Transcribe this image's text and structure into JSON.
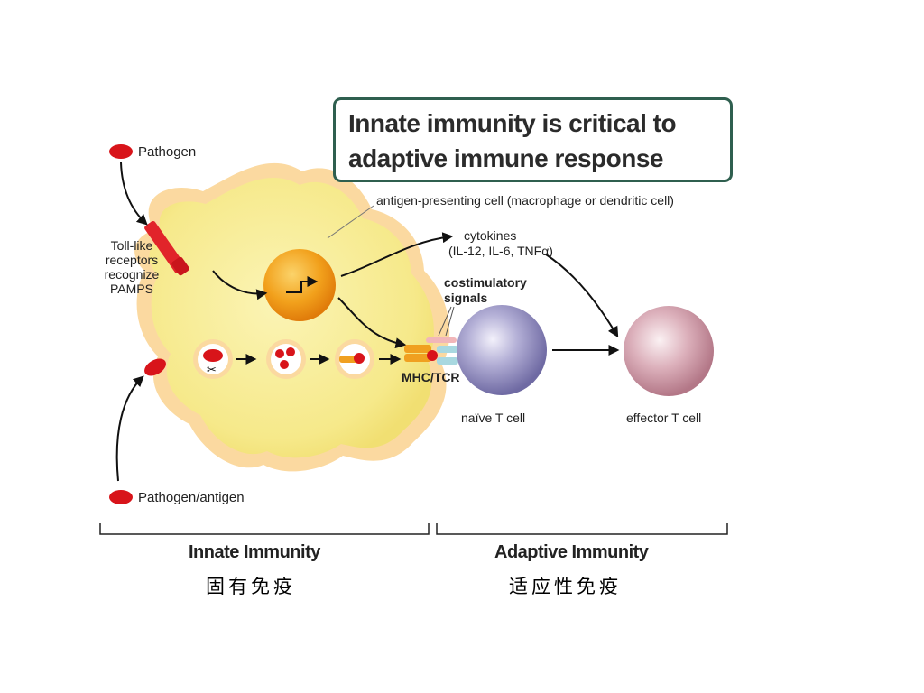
{
  "title": {
    "line1": "Innate immunity is critical to",
    "line2": "adaptive immune response"
  },
  "labels": {
    "pathogen": "Pathogen",
    "toll_like_1": "Toll-like",
    "toll_like_2": "receptors",
    "toll_like_3": "recognize",
    "toll_like_4": "PAMPS",
    "apc": "antigen-presenting cell (macrophage or dendritic cell)",
    "cytokines_1": "cytokines",
    "cytokines_2": "(IL-12, IL-6, TNFα)",
    "costim_1": "costimulatory",
    "costim_2": "signals",
    "mhc_tcr": "MHC/TCR",
    "naive_t": "naïve T cell",
    "effector_t": "effector T cell",
    "pathogen_antigen": "Pathogen/antigen"
  },
  "sections": {
    "innate": "Innate Immunity",
    "adaptive": "Adaptive Immunity",
    "innate_cn": "固有免疫",
    "adaptive_cn": "适应性免疫"
  },
  "colors": {
    "apc_fill": "#f7ec8c",
    "apc_halo": "#fbd9a0",
    "nucleus": "#f2960f",
    "pathogen_red": "#d8141a",
    "naive_t": "#8a86b8",
    "effector_t": "#d9a3b0",
    "title_border": "#2f5f4f"
  }
}
